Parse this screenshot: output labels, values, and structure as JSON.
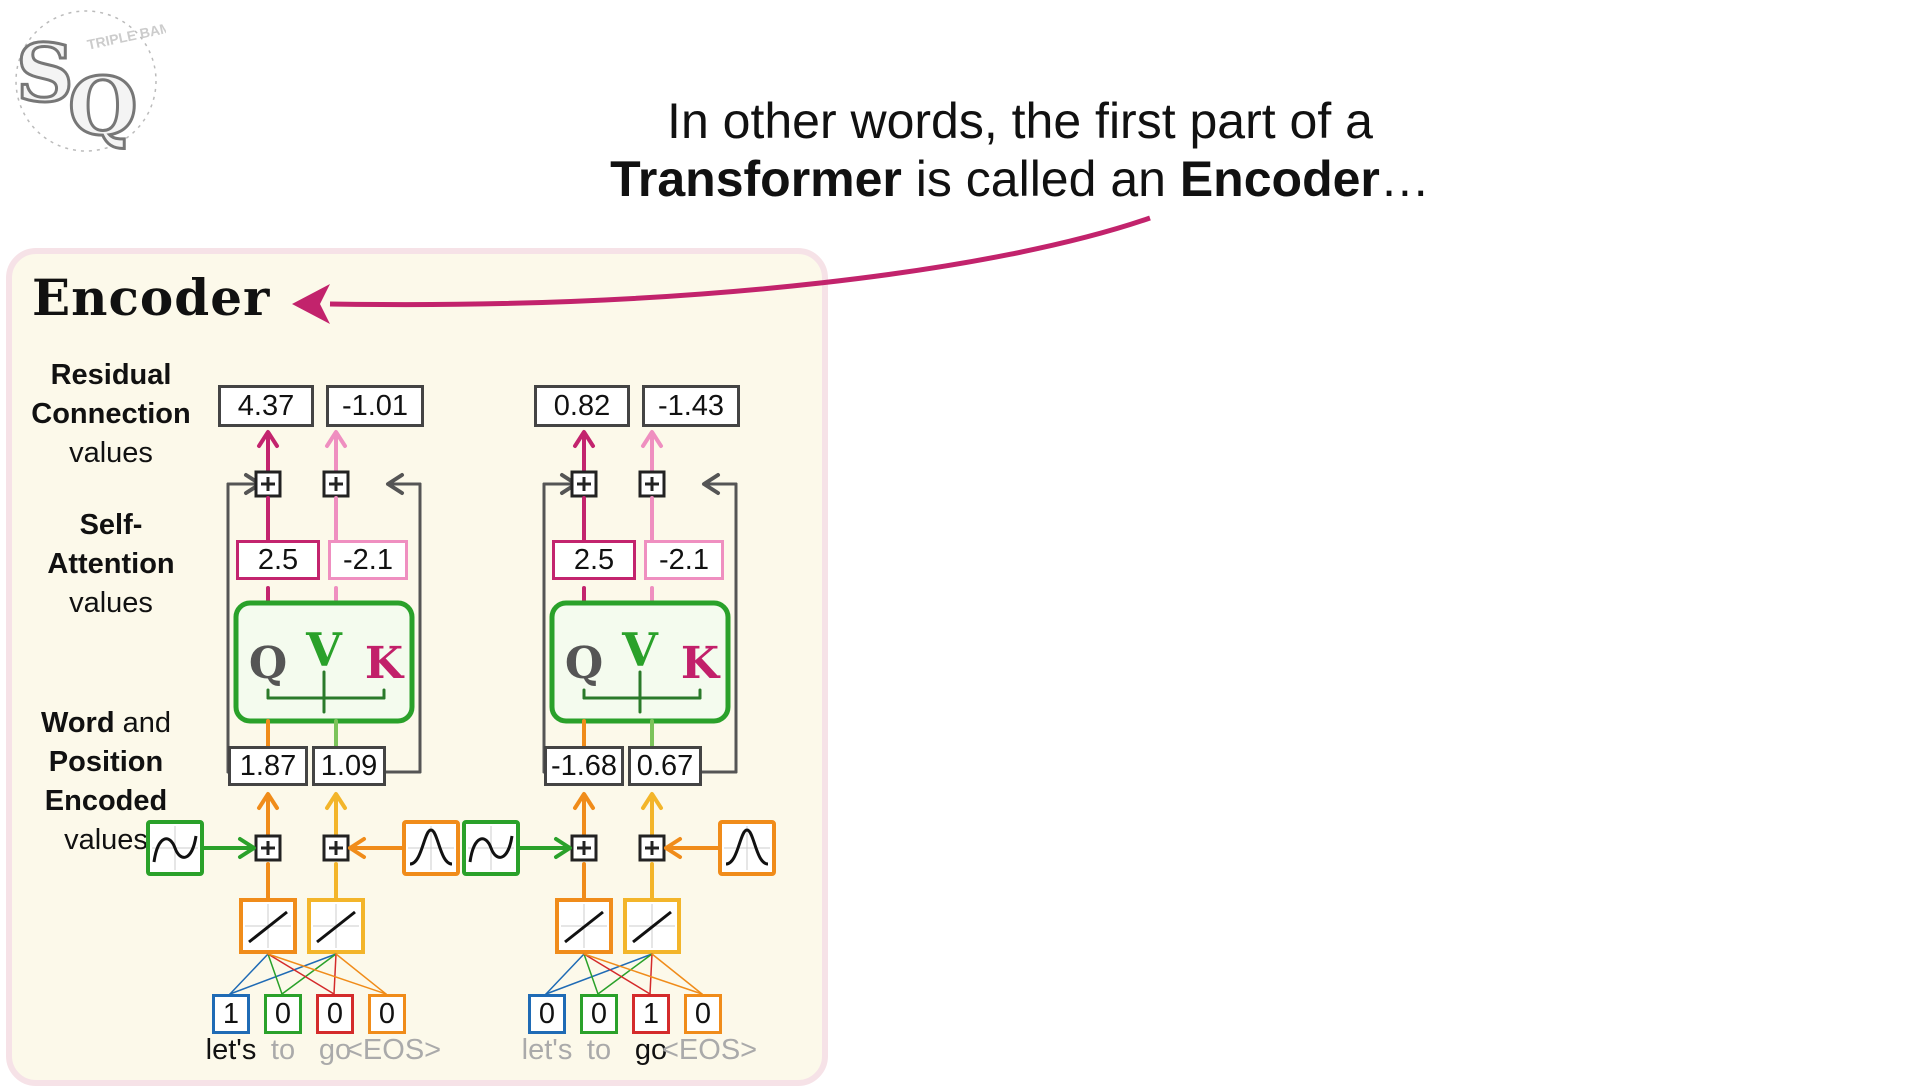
{
  "caption": {
    "line1": "In other words, the first part of a",
    "line2_b1": "Transformer",
    "line2_mid": " is called an ",
    "line2_b2": "Encoder",
    "line2_end": "…"
  },
  "logo": {
    "text": "TRIPLE BAM!!"
  },
  "encoder_title": "Encoder",
  "row_labels": {
    "residual": [
      "Residual",
      "Connection",
      "values"
    ],
    "self_attention": [
      "Self-",
      "Attention",
      "values"
    ],
    "word_position": {
      "w1": "Word",
      "w1b": " and",
      "w2": "Position",
      "w3": "Encoded",
      "w4": "values"
    }
  },
  "qkv": {
    "q": "Q",
    "v": "V",
    "k": "K"
  },
  "colors": {
    "q": "#555555",
    "v": "#2aa12a",
    "k": "#c2206a",
    "arrow": "#c2236c",
    "orange": "#f08c1a",
    "yellow": "#f3b52a",
    "pink": "#ef8fc0",
    "magenta": "#c3246e"
  },
  "columns": [
    {
      "residual": [
        "4.37",
        "-1.01"
      ],
      "attention": [
        "2.5",
        "-2.1"
      ],
      "encoded": [
        "1.87",
        "1.09"
      ],
      "onehot": [
        "1",
        "0",
        "0",
        "0"
      ],
      "tokens": [
        "let's",
        "to",
        "go",
        "<EOS>"
      ],
      "active_token": 0
    },
    {
      "residual": [
        "0.82",
        "-1.43"
      ],
      "attention": [
        "2.5",
        "-2.1"
      ],
      "encoded": [
        "-1.68",
        "0.67"
      ],
      "onehot": [
        "0",
        "0",
        "1",
        "0"
      ],
      "tokens": [
        "let's",
        "to",
        "go",
        "<EOS>"
      ],
      "active_token": 2
    }
  ]
}
